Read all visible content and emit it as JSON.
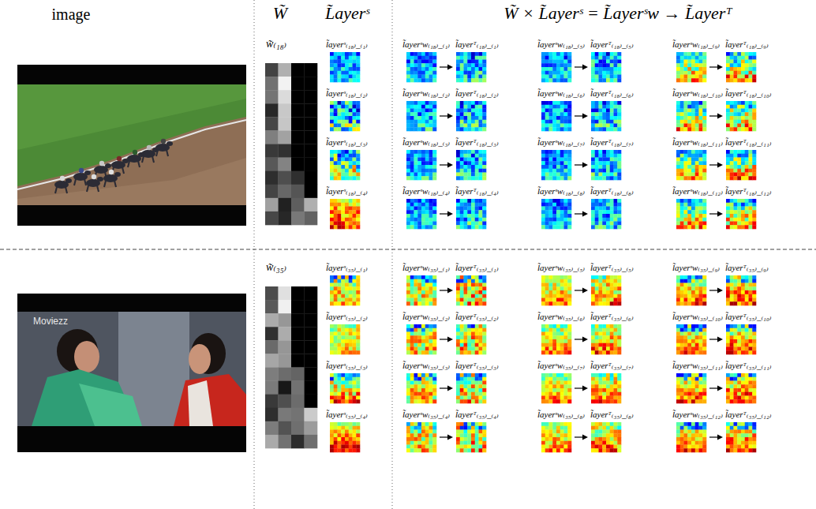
{
  "diagram": {
    "labels": [
      "image",
      "W̃",
      "L̃ayerˢ",
      "W̃ × L̃ayerˢ = L̃ayerˢw → L̃ayerᵀ",
      "w̃₍₁₈₎",
      "l̃ayerˢ₍₁₈₎_₍₁₎",
      "l̃ayerˢ₍₁₈₎_₍₂₎",
      "l̃ayerˢ₍₁₈₎_₍₃₎",
      "l̃ayerˢ₍₁₈₎_₍₄₎",
      "l̃ayerˢw₍₁₈₎_₍₁₎",
      "l̃ayerᵀ₍₁₈₎_₍₁₎",
      "l̃ayerˢw₍₁₈₎_₍₂₎",
      "l̃ayerᵀ₍₁₈₎_₍₂₎",
      "l̃ayerˢw₍₁₈₎_₍₃₎",
      "l̃ayerᵀ₍₁₈₎_₍₃₎",
      "l̃ayerˢw₍₁₈₎_₍₄₎",
      "l̃ayerᵀ₍₁₈₎_₍₄₎",
      "l̃ayerˢw₍₁₈₎_₍₅₎",
      "l̃ayerᵀ₍₁₈₎_₍₅₎",
      "l̃ayerˢw₍₁₈₎_₍₆₎",
      "l̃ayerᵀ₍₁₈₎_₍₆₎",
      "l̃ayerˢw₍₁₈₎_₍₇₎",
      "l̃ayerᵀ₍₁₈₎_₍₇₎",
      "l̃ayerˢw₍₁₈₎_₍₈₎",
      "l̃ayerᵀ₍₁₈₎_₍₈₎",
      "l̃ayerˢw₍₁₈₎_₍₉₎",
      "l̃ayerᵀ₍₁₈₎_₍₉₎",
      "l̃ayerˢw₍₁₈₎_₍₁₀₎",
      "l̃ayerᵀ₍₁₈₎_₍₁₀₎",
      "l̃ayerˢw₍₁₈₎_₍₁₁₎",
      "l̃ayerᵀ₍₁₈₎_₍₁₁₎",
      "l̃ayerˢw₍₁₈₎_₍₁₂₎",
      "l̃ayerᵀ₍₁₈₎_₍₁₂₎",
      "w̃₍₃₅₎",
      "l̃ayerˢ₍₃₅₎_₍₁₎",
      "l̃ayerˢ₍₃₅₎_₍₂₎",
      "l̃ayerˢ₍₃₅₎_₍₃₎",
      "l̃ayerˢ₍₃₅₎_₍₄₎",
      "l̃ayerˢw₍₃₅₎_₍₁₎",
      "l̃ayerᵀ₍₃₅₎_₍₁₎",
      "l̃ayerˢw₍₃₅₎_₍₂₎",
      "l̃ayerᵀ₍₃₅₎_₍₂₎",
      "l̃ayerˢw₍₃₅₎_₍₃₎",
      "l̃ayerᵀ₍₃₅₎_₍₃₎",
      "l̃ayerˢw₍₃₅₎_₍₄₎",
      "l̃ayerᵀ₍₃₅₎_₍₄₎",
      "l̃ayerˢw₍₃₅₎_₍₅₎",
      "l̃ayerᵀ₍₃₅₎_₍₅₎",
      "l̃ayerˢw₍₃₅₎_₍₆₎",
      "l̃ayerᵀ₍₃₅₎_₍₆₎",
      "l̃ayerˢw₍₃₅₎_₍₇₎",
      "l̃ayerᵀ₍₃₅₎_₍₇₎",
      "l̃ayerˢw₍₃₅₎_₍₈₎",
      "l̃ayerᵀ₍₃₅₎_₍₈₎",
      "l̃ayerˢw₍₃₅₎_₍₉₎",
      "l̃ayerᵀ₍₃₅₎_₍₉₎",
      "l̃ayerˢw₍₃₅₎_₍₁₀₎",
      "l̃ayerᵀ₍₃₅₎_₍₁₀₎",
      "l̃ayerˢw₍₃₅₎_₍₁₁₎",
      "l̃ayerᵀ₍₃₅₎_₍₁₁₎",
      "l̃ayerˢw₍₃₅₎_₍₁₂₎",
      "l̃ayerᵀ₍₃₅₎_₍₁₂₎",
      "Moviezz"
    ]
  }
}
